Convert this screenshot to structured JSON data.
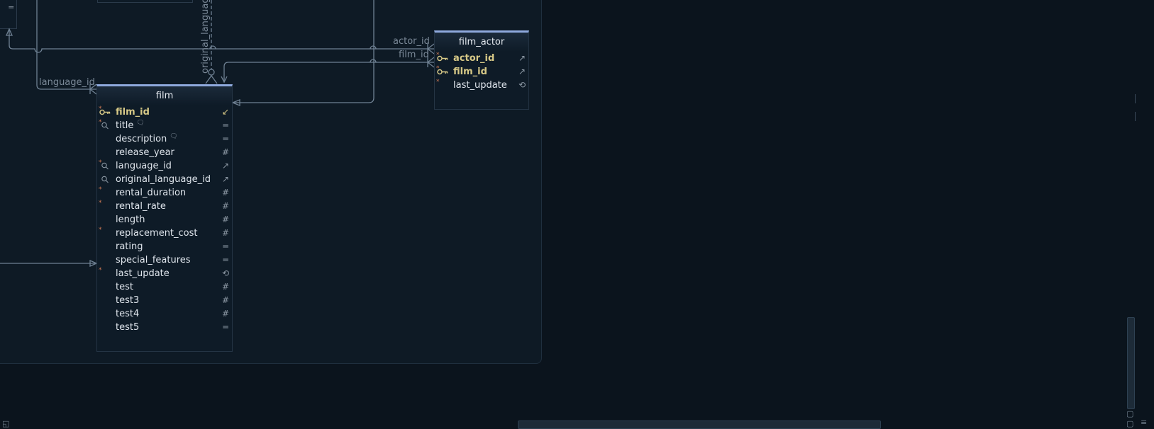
{
  "diagram": {
    "relation_labels": {
      "actor_id": "actor_id",
      "film_id": "film_id",
      "language_id": "language_id",
      "original_language_id": "original_language_id"
    },
    "tables": {
      "film": {
        "name": "film",
        "columns": [
          {
            "name": "film_id",
            "pk": true,
            "required": true,
            "lead": "key-icon",
            "type": "fk-in-arrow-icon",
            "type_glyph": "↙"
          },
          {
            "name": "title",
            "required": true,
            "lead": "search-icon",
            "type": "text-icon",
            "type_glyph": "═",
            "comment": true
          },
          {
            "name": "description",
            "required": false,
            "lead": "",
            "type": "text-icon",
            "type_glyph": "═",
            "comment": true
          },
          {
            "name": "release_year",
            "required": false,
            "lead": "",
            "type": "number-icon",
            "type_glyph": "#"
          },
          {
            "name": "language_id",
            "required": true,
            "lead": "search-icon",
            "type": "fk-arrow-icon",
            "type_glyph": "↗"
          },
          {
            "name": "original_language_id",
            "required": false,
            "lead": "search-icon",
            "type": "fk-arrow-icon",
            "type_glyph": "↗"
          },
          {
            "name": "rental_duration",
            "required": true,
            "lead": "",
            "type": "number-icon",
            "type_glyph": "#"
          },
          {
            "name": "rental_rate",
            "required": true,
            "lead": "",
            "type": "number-icon",
            "type_glyph": "#"
          },
          {
            "name": "length",
            "required": false,
            "lead": "",
            "type": "number-icon",
            "type_glyph": "#"
          },
          {
            "name": "replacement_cost",
            "required": true,
            "lead": "",
            "type": "number-icon",
            "type_glyph": "#"
          },
          {
            "name": "rating",
            "required": false,
            "lead": "",
            "type": "text-icon",
            "type_glyph": "═"
          },
          {
            "name": "special_features",
            "required": false,
            "lead": "",
            "type": "text-icon",
            "type_glyph": "═"
          },
          {
            "name": "last_update",
            "required": true,
            "lead": "",
            "type": "history-icon",
            "type_glyph": "⟲"
          },
          {
            "name": "test",
            "required": false,
            "lead": "",
            "type": "number-icon",
            "type_glyph": "#"
          },
          {
            "name": "test3",
            "required": false,
            "lead": "",
            "type": "number-icon",
            "type_glyph": "#"
          },
          {
            "name": "test4",
            "required": false,
            "lead": "",
            "type": "number-icon",
            "type_glyph": "#"
          },
          {
            "name": "test5",
            "required": false,
            "lead": "",
            "type": "text-icon",
            "type_glyph": "═"
          }
        ]
      },
      "film_actor": {
        "name": "film_actor",
        "columns": [
          {
            "name": "actor_id",
            "pk": true,
            "required": true,
            "lead": "key-icon",
            "type": "fk-arrow-icon",
            "type_glyph": "↗"
          },
          {
            "name": "film_id",
            "pk": true,
            "required": true,
            "lead": "key-icon",
            "type": "fk-arrow-icon",
            "type_glyph": "↗"
          },
          {
            "name": "last_update",
            "required": true,
            "lead": "",
            "type": "history-icon",
            "type_glyph": "⟲"
          }
        ]
      }
    }
  },
  "colors": {
    "background": "#0b141d",
    "group_area": "#0e1a25",
    "table_header_accent": "#8fa9dd",
    "primary_key": "#d7c987",
    "required_marker": "#d07a55",
    "connector": "#6f8193"
  }
}
